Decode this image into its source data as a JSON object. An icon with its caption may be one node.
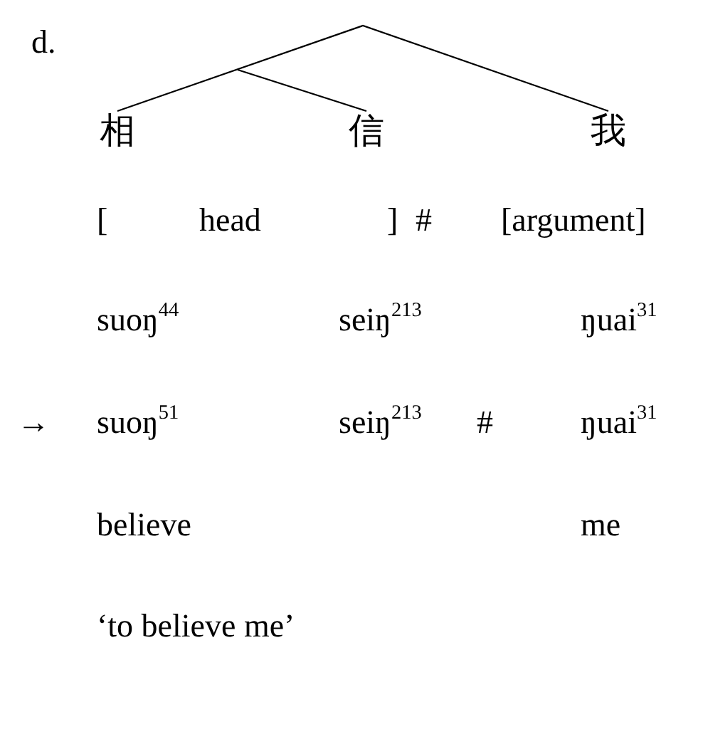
{
  "diagram": {
    "nodes": [
      {
        "text": [
          "相"
        ]
      },
      {
        "text": [
          "信"
        ]
      },
      {
        "text": [
          "我"
        ]
      }
    ],
    "edges": [
      {
        "from": 0,
        "to": 2,
        "arrow": "none"
      },
      {
        "from": null,
        "to": 1,
        "arrow": "none"
      }
    ],
    "labels": [
      "d.",
      "[",
      "head",
      "]",
      "#",
      "[argument]",
      "suoŋ$^{44}$",
      "seiŋ$^{213}$",
      "ŋuai$^{31}$",
      "→",
      "suoŋ$^{51}$",
      "seiŋ$^{213}$",
      "#",
      "ŋuai$^{31}$",
      "believe",
      "me",
      "‘to believe me’"
    ]
  }
}
